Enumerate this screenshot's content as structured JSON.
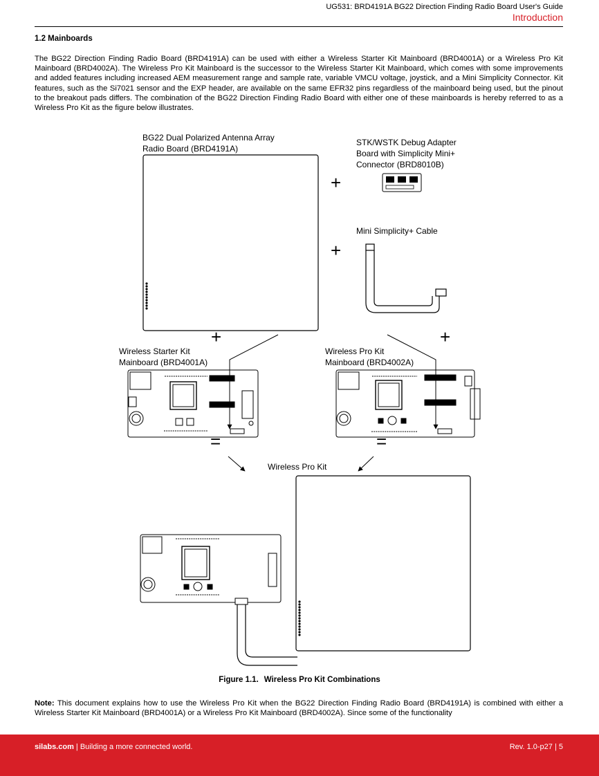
{
  "header": {
    "doc_title": "UG531: BRD4191A BG22 Direction Finding Radio Board User's Guide",
    "section": "Introduction"
  },
  "section": {
    "heading": "1.2  Mainboards",
    "body": "The BG22 Direction Finding Radio Board (BRD4191A) can be used with either a Wireless Starter Kit Mainboard (BRD4001A) or a Wireless Pro Kit Mainboard (BRD4002A). The Wireless Pro Kit Mainboard is the successor to the Wireless Starter Kit Mainboard, which comes with some improvements and added features including increased AEM measurement range and sample rate, variable VMCU voltage, joystick, and a Mini Simplicity Connector. Kit features, such as the Si7021 sensor and the EXP header, are available on the same EFR32 pins regardless of the mainboard being used, but the pinout to the breakout pads differs. The combination of the BG22 Direction Finding Radio Board with either one of these mainboards is hereby referred to as a Wireless Pro Kit as the figure below illustrates."
  },
  "figure": {
    "labels": {
      "radio_board_line1": "BG22 Dual Polarized Antenna Array",
      "radio_board_line2": "Radio Board (BRD4191A)",
      "debug_adapter_line1": "STK/WSTK Debug Adapter",
      "debug_adapter_line2": "Board with Simplicity Mini+",
      "debug_adapter_line3": "Connector (BRD8010B)",
      "cable": "Mini Simplicity+ Cable",
      "wstk_line1": "Wireless Starter Kit",
      "wstk_line2": "Mainboard (BRD4001A)",
      "wpk_line1": "Wireless Pro Kit",
      "wpk_line2": "Mainboard (BRD4002A)",
      "result": "Wireless Pro Kit",
      "plus": "+",
      "equals": "="
    },
    "caption_number": "Figure 1.1.",
    "caption_text": "Wireless Pro Kit Combinations"
  },
  "note": {
    "label": "Note:",
    "text": " This document explains how to use the Wireless Pro Kit when the BG22 Direction Finding Radio Board (BRD4191A) is combined with either a Wireless Starter Kit Mainboard (BRD4001A) or a Wireless Pro Kit Mainboard (BRD4002A). Since some of the functionality"
  },
  "footer": {
    "site": "silabs.com",
    "tagline": " | Building a more connected world.",
    "revision": "Rev. 1.0-p27  |  5"
  },
  "colors": {
    "brand_red": "#d71f27"
  }
}
